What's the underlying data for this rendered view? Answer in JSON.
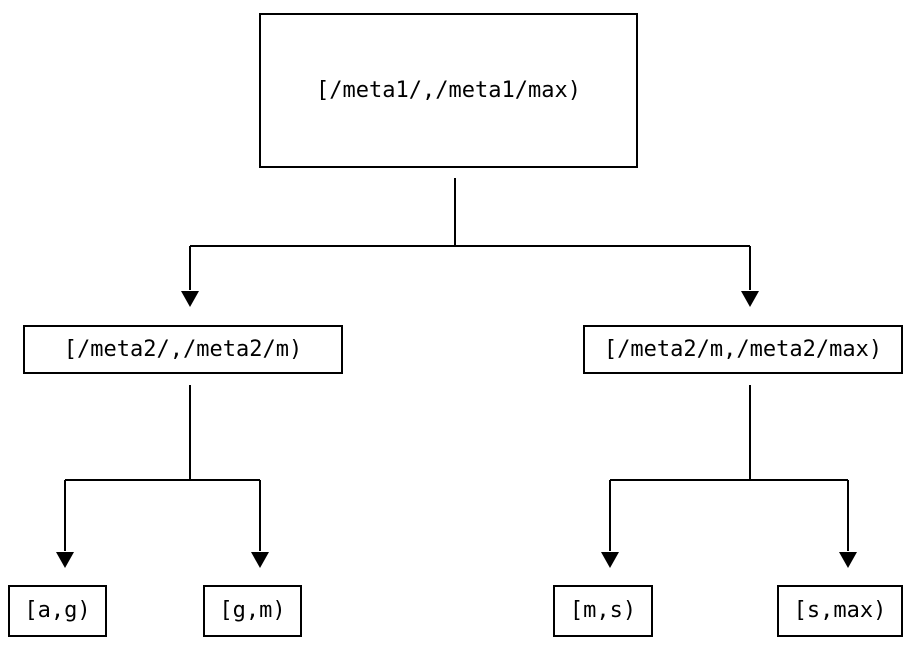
{
  "diagram": {
    "type": "tree",
    "colors": {
      "background": "#ffffff",
      "line": "#000000",
      "text": "#000000",
      "node_border": "#000000",
      "node_fill": "#ffffff"
    },
    "nodes": {
      "root": {
        "label": "[/meta1/,/meta1/max)"
      },
      "meta2_low": {
        "label": "[/meta2/,/meta2/m)"
      },
      "meta2_high": {
        "label": "[/meta2/m,/meta2/max)"
      },
      "leaf_a_g": {
        "label": "[a,g)"
      },
      "leaf_g_m": {
        "label": "[g,m)"
      },
      "leaf_m_s": {
        "label": "[m,s)"
      },
      "leaf_s_max": {
        "label": "[s,max)"
      }
    },
    "edges": [
      {
        "from": "root",
        "to": "meta2_low"
      },
      {
        "from": "root",
        "to": "meta2_high"
      },
      {
        "from": "meta2_low",
        "to": "leaf_a_g"
      },
      {
        "from": "meta2_low",
        "to": "leaf_g_m"
      },
      {
        "from": "meta2_high",
        "to": "leaf_m_s"
      },
      {
        "from": "meta2_high",
        "to": "leaf_s_max"
      }
    ]
  }
}
